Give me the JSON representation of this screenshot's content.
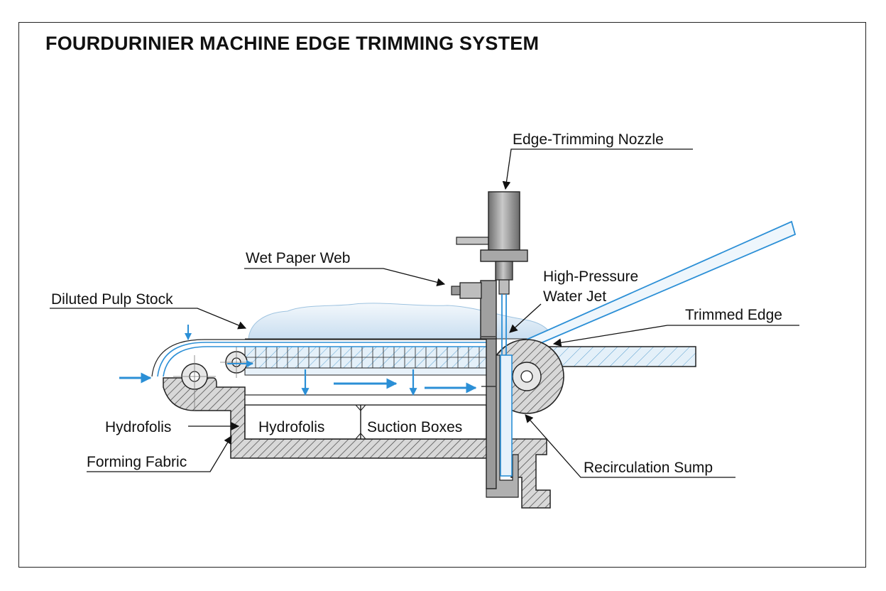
{
  "title": "FOURDURINIER MACHINE EDGE TRIMMING SYSTEM",
  "labels": {
    "nozzle": "Edge-Trimming Nozzle",
    "wet_web": "Wet Paper Web",
    "pulp_stock": "Diluted Pulp Stock",
    "jet_line1": "High-Pressure",
    "jet_line2": "Water Jet",
    "trimmed_edge": "Trimmed Edge",
    "hydrofolis_left": "Hydrofolis",
    "hydrofolis_box": "Hydrofolis",
    "suction_boxes": "Suction Boxes",
    "forming_fabric": "Forming Fabric",
    "sump": "Recirculation Sump"
  },
  "colors": {
    "water": "#2b8fd6",
    "web": "#d6e8f5",
    "metal": "#8c8c8c",
    "hatch": "#555555"
  }
}
